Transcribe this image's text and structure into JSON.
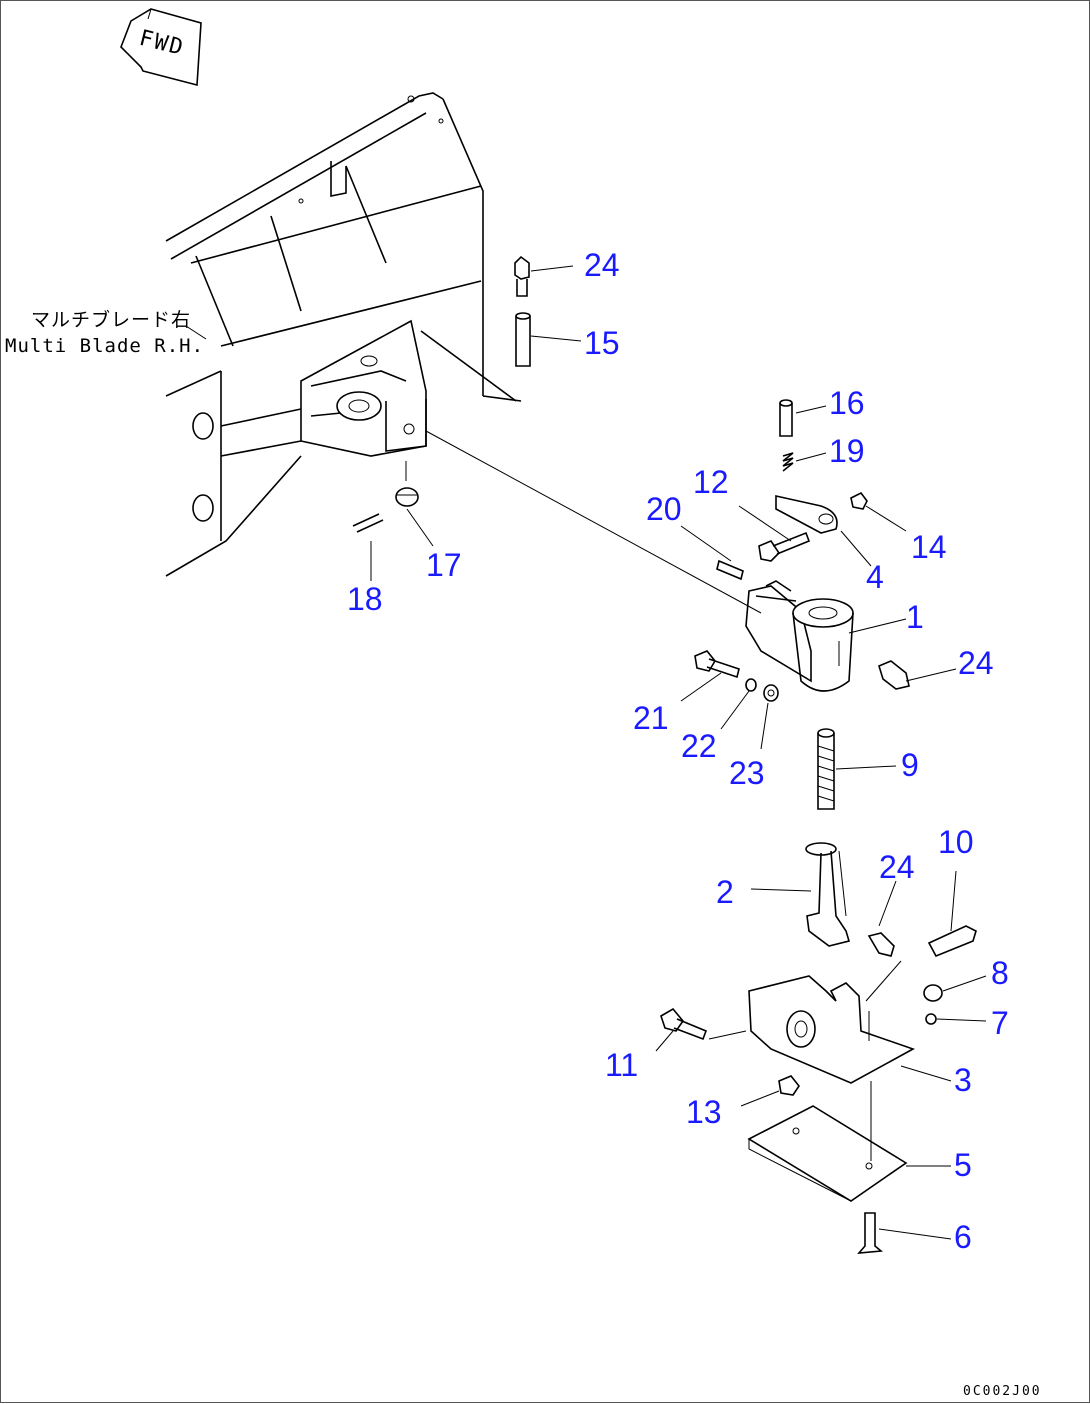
{
  "diagram": {
    "fwd_label": "FWD",
    "caption_jp": "マルチブレード右",
    "caption_en": "Multi Blade R.H.",
    "drawing_code": "0C002J00",
    "callouts": [
      {
        "id": "24a",
        "label": "24"
      },
      {
        "id": "15",
        "label": "15"
      },
      {
        "id": "16",
        "label": "16"
      },
      {
        "id": "19",
        "label": "19"
      },
      {
        "id": "12",
        "label": "12"
      },
      {
        "id": "20",
        "label": "20"
      },
      {
        "id": "14",
        "label": "14"
      },
      {
        "id": "4",
        "label": "4"
      },
      {
        "id": "17",
        "label": "17"
      },
      {
        "id": "18",
        "label": "18"
      },
      {
        "id": "1",
        "label": "1"
      },
      {
        "id": "24b",
        "label": "24"
      },
      {
        "id": "21",
        "label": "21"
      },
      {
        "id": "22",
        "label": "22"
      },
      {
        "id": "23",
        "label": "23"
      },
      {
        "id": "9",
        "label": "9"
      },
      {
        "id": "10",
        "label": "10"
      },
      {
        "id": "24c",
        "label": "24"
      },
      {
        "id": "2",
        "label": "2"
      },
      {
        "id": "8",
        "label": "8"
      },
      {
        "id": "7",
        "label": "7"
      },
      {
        "id": "11",
        "label": "11"
      },
      {
        "id": "3",
        "label": "3"
      },
      {
        "id": "13",
        "label": "13"
      },
      {
        "id": "5",
        "label": "5"
      },
      {
        "id": "6",
        "label": "6"
      }
    ]
  }
}
